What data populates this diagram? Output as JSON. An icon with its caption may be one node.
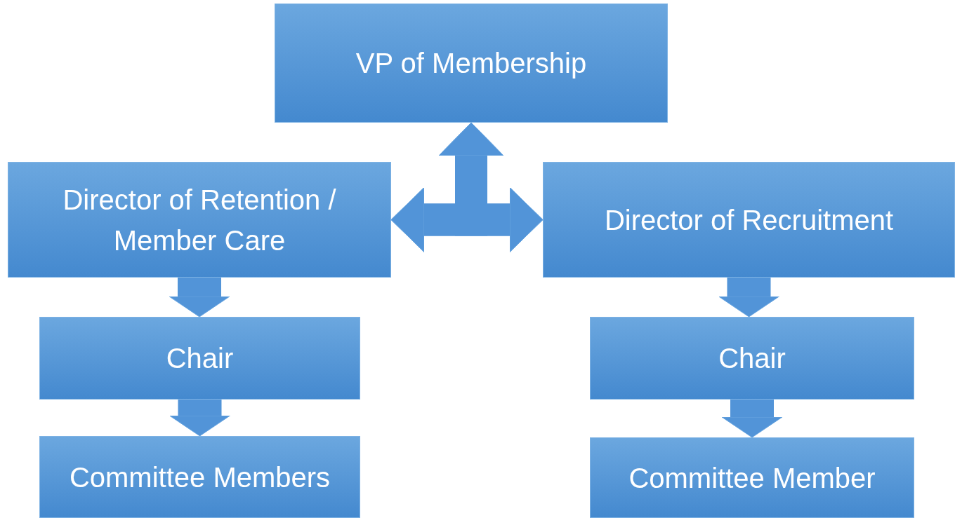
{
  "diagram": {
    "nodes": [
      {
        "text": [
          "VP of Membership"
        ]
      },
      {
        "text": [
          "Director of Retention / Member Care"
        ]
      },
      {
        "text": [
          "Director of Recruitment"
        ]
      },
      {
        "text": [
          "Chair"
        ]
      },
      {
        "text": [
          "Committee Members"
        ]
      },
      {
        "text": [
          "Chair"
        ]
      },
      {
        "text": [
          "Committee Member"
        ]
      }
    ],
    "edges": [
      {
        "from": 1,
        "to": 2,
        "arrow": "both"
      },
      {
        "from": 1,
        "to": 0,
        "arrow": "both"
      },
      {
        "from": 2,
        "to": 0,
        "arrow": "both"
      },
      {
        "from": 1,
        "to": 3,
        "arrow": "to"
      },
      {
        "from": 3,
        "to": 4,
        "arrow": "to"
      },
      {
        "from": 2,
        "to": 5,
        "arrow": "to"
      },
      {
        "from": 5,
        "to": 6,
        "arrow": "to"
      }
    ]
  }
}
